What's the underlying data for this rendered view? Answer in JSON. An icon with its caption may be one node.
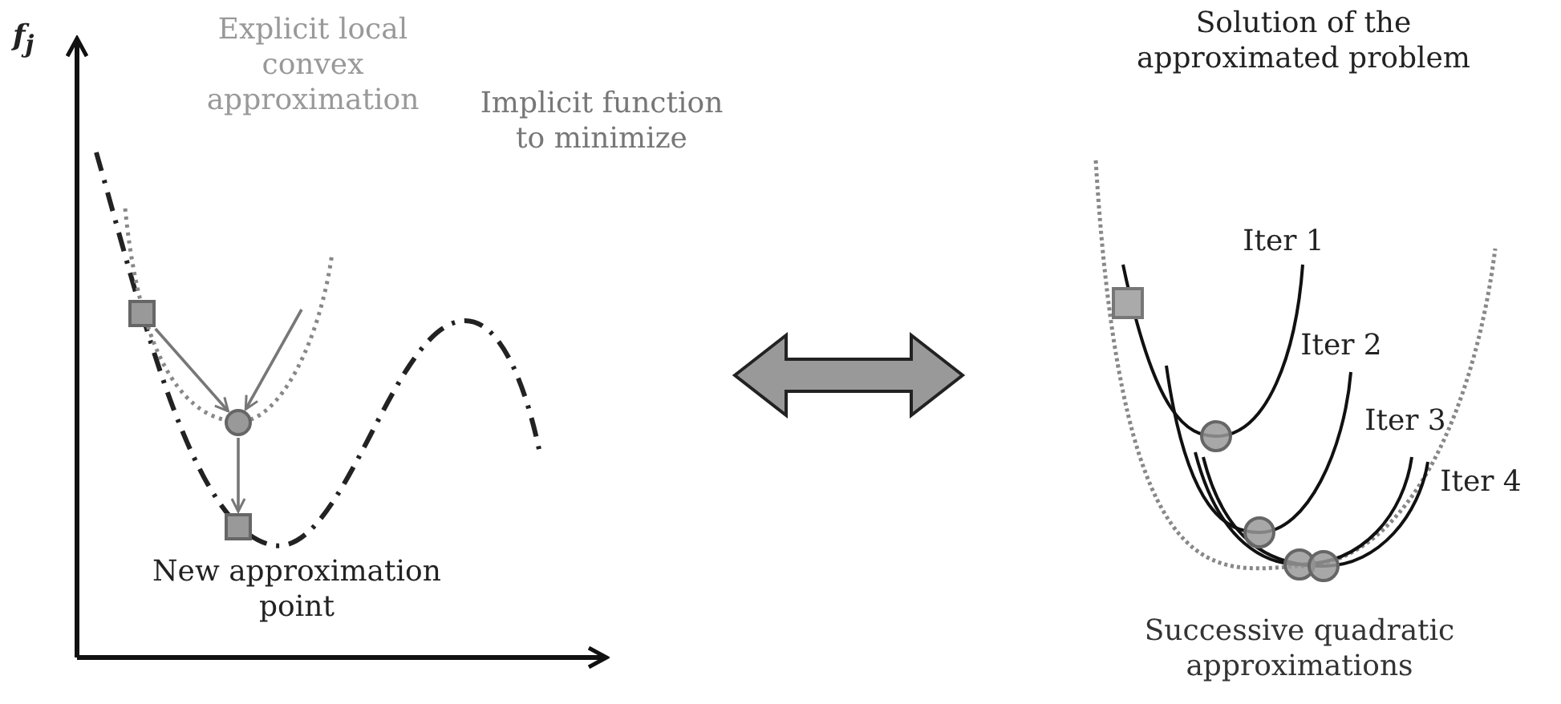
{
  "diagram": {
    "nodes": [
      {
        "text": [],
        "shape": "box"
      },
      {
        "text": [],
        "shape": "circle"
      },
      {
        "text": [],
        "shape": "box",
        "beside": [
          "New approximation point"
        ]
      }
    ],
    "edges": [
      {
        "from": 0,
        "to": 1,
        "arrow": "to"
      },
      {
        "from": null,
        "to": 1,
        "arrow": "to"
      },
      {
        "from": 1,
        "to": 2,
        "arrow": "to"
      }
    ],
    "labels": [
      "f$_{j}$",
      "Explicit local convex approximation",
      "Implicit function to minimize",
      "Solution of the approximated problem",
      "Iter 1",
      "Iter 2",
      "Iter 3",
      "Iter 4",
      "Successive quadratic approximations"
    ]
  }
}
